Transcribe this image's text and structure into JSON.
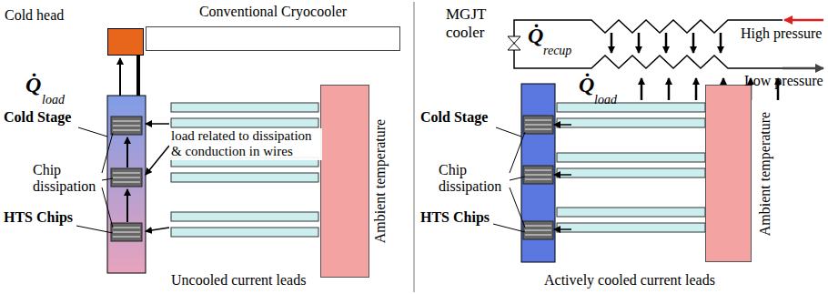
{
  "diagram": {
    "nodes": [
      {
        "text": [
          "Cold head"
        ]
      },
      {
        "text": [
          "Conventional Cryocooler"
        ]
      },
      {
        "text": [
          "Ambient temperature"
        ]
      },
      {
        "text": [
          "Ambient temperature"
        ]
      }
    ],
    "labels": [
      "Q̇",
      "load",
      "Cold Stage",
      "load related to dissipation & conduction in wires",
      "Chip dissipation",
      "HTS Chips",
      "Uncooled current leads",
      "MGJT cooler",
      "Q̇",
      "recup",
      "High pressure",
      "Low pressure",
      "Q̇",
      "load",
      "Cold Stage",
      "Chip dissipation",
      "HTS Chips",
      "Actively cooled current leads"
    ]
  }
}
